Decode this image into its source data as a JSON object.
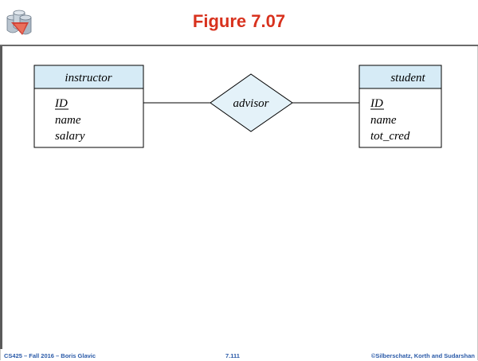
{
  "slide": {
    "title": "Figure 7.07",
    "title_color": "#d8321e",
    "icon": "database-cylinders-icon"
  },
  "diagram": {
    "entities": [
      {
        "id": "instructor",
        "title": "instructor",
        "primary_key": "ID",
        "attributes": [
          "name",
          "salary"
        ]
      },
      {
        "id": "student",
        "title": "student",
        "primary_key": "ID",
        "attributes": [
          "name",
          "tot_cred"
        ]
      }
    ],
    "relationship": {
      "label": "advisor",
      "connects": [
        "instructor",
        "student"
      ]
    },
    "colors": {
      "entity_header_fill": "#d6ebf6",
      "relationship_fill": "#e4f2f9",
      "line": "#000000"
    }
  },
  "footer": {
    "left": "CS425 – Fall 2016 – Boris Glavic",
    "center": "7.111",
    "right": "©Silberschatz, Korth and Sudarshan",
    "color": "#2a5aa8"
  }
}
